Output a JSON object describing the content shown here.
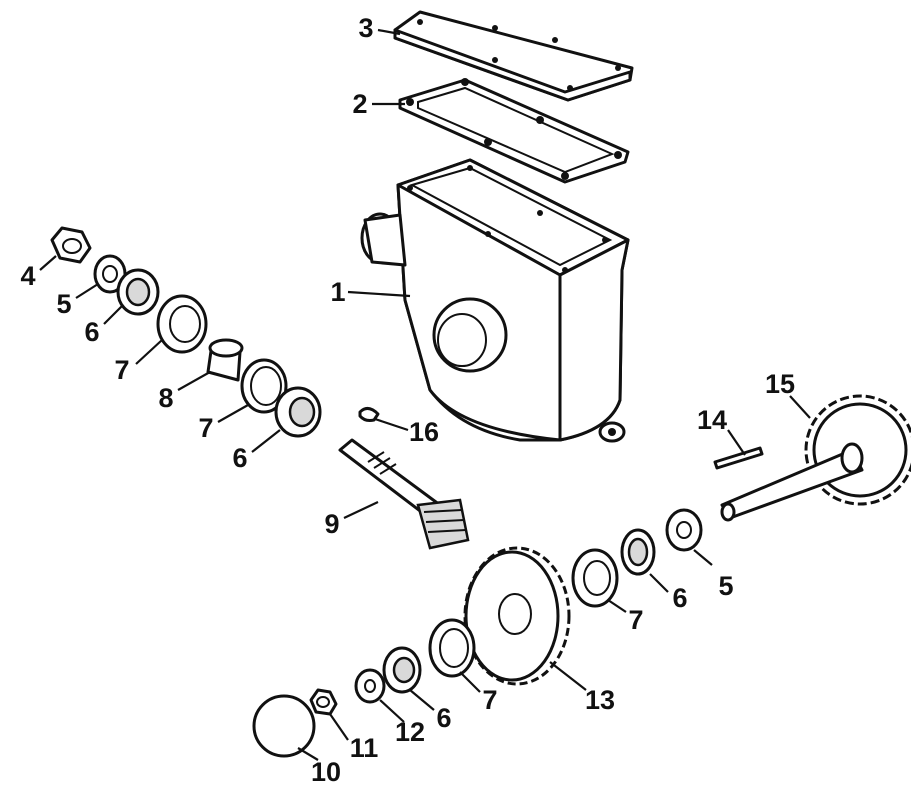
{
  "diagram": {
    "callouts": {
      "c1": "1",
      "c2": "2",
      "c3": "3",
      "c4": "4",
      "c5a": "5",
      "c6a": "6",
      "c7a": "7",
      "c8": "8",
      "c7b": "7",
      "c6b": "6",
      "c16": "16",
      "c9": "9",
      "c14": "14",
      "c15": "15",
      "c5b": "5",
      "c6c": "6",
      "c7c": "7",
      "c13": "13",
      "c7d": "7",
      "c6d": "6",
      "c12": "12",
      "c11": "11",
      "c10": "10"
    }
  }
}
